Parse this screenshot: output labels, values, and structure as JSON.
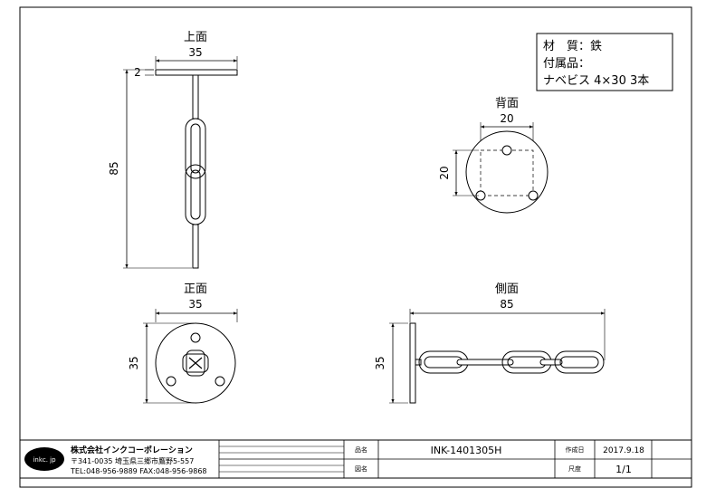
{
  "notes": {
    "material": "材　質：鉄",
    "accessories": "付属品：",
    "screws": "ナベビス 4×30  3本"
  },
  "views": {
    "top": {
      "title": "上面",
      "width": "35",
      "thickness": "2",
      "length": "85"
    },
    "back": {
      "title": "背面",
      "width": "20",
      "height": "20"
    },
    "front": {
      "title": "正面",
      "width": "35",
      "height": "35"
    },
    "side": {
      "title": "側面",
      "width": "85",
      "height": "35"
    }
  },
  "title_block": {
    "logo": "inkc. jp",
    "company": "株式会社インクコーポレーション",
    "address": "〒341-0035 埼玉県三郷市鷹野5-557",
    "contact": "TEL:048-956-9889  FAX:048-956-9868",
    "part_name_label": "品名",
    "part_name": "INK-1401305H",
    "drawing_name_label": "図名",
    "drawing_name": "",
    "date_label": "作成日",
    "date": "2017.9.18",
    "scale_label": "尺度",
    "scale": "1/1"
  }
}
